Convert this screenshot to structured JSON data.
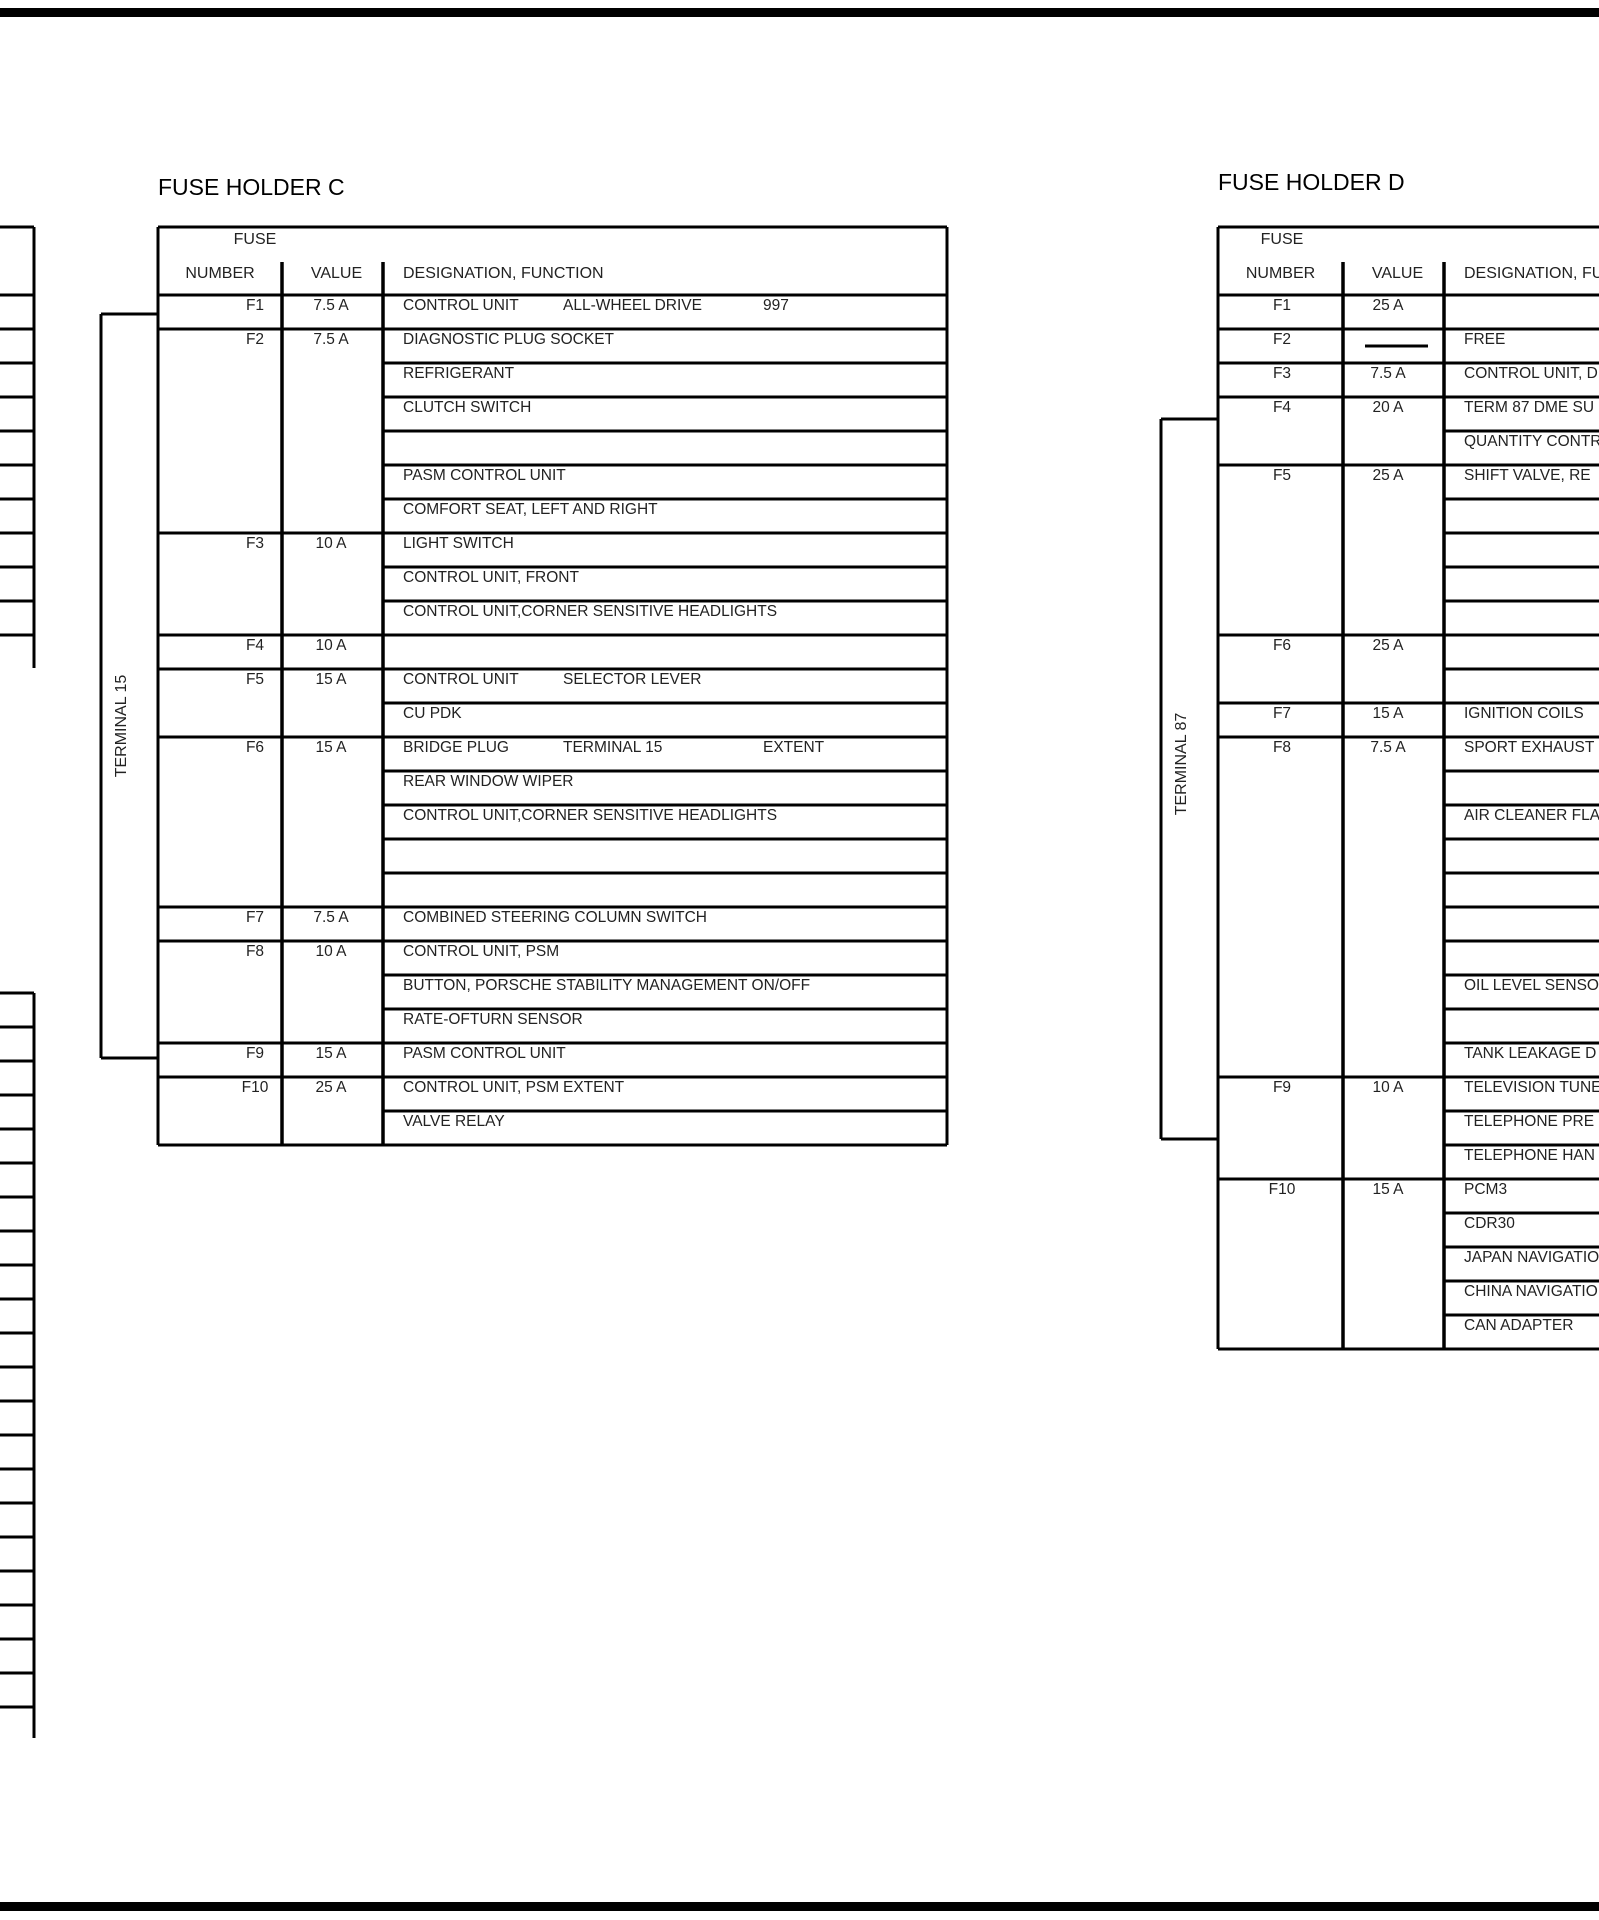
{
  "holder_c": {
    "title": "FUSE HOLDER C",
    "terminal_label": "TERMINAL 15",
    "header": {
      "fuse": "FUSE",
      "number": "NUMBER",
      "value": "VALUE",
      "designation": "DESIGNATION, FUNCTION"
    },
    "rows": [
      {
        "fuse": "F1",
        "value": "7.5 A",
        "text": "CONTROL UNIT",
        "text2": "ALL-WHEEL DRIVE",
        "text3": "997"
      },
      {
        "fuse": "F2",
        "value": "7.5 A",
        "text": "DIAGNOSTIC PLUG SOCKET"
      },
      {
        "text": "REFRIGERANT"
      },
      {
        "text": "CLUTCH SWITCH"
      },
      {
        "text": ""
      },
      {
        "text": "PASM CONTROL UNIT"
      },
      {
        "text": "COMFORT SEAT, LEFT AND RIGHT"
      },
      {
        "fuse": "F3",
        "value": "10 A",
        "text": "LIGHT SWITCH"
      },
      {
        "text": "CONTROL UNIT, FRONT"
      },
      {
        "text": "CONTROL UNIT,CORNER SENSITIVE HEADLIGHTS"
      },
      {
        "fuse": "F4",
        "value": "10 A",
        "text": ""
      },
      {
        "fuse": "F5",
        "value": "15 A",
        "text": "CONTROL UNIT",
        "text2": "SELECTOR LEVER"
      },
      {
        "text": "CU PDK"
      },
      {
        "fuse": "F6",
        "value": "15 A",
        "text": "BRIDGE PLUG",
        "text2": "TERMINAL 15",
        "text3": "EXTENT"
      },
      {
        "text": "REAR WINDOW WIPER"
      },
      {
        "text": "CONTROL UNIT,CORNER SENSITIVE HEADLIGHTS"
      },
      {
        "text": ""
      },
      {
        "text": ""
      },
      {
        "fuse": "F7",
        "value": "7.5 A",
        "text": "COMBINED STEERING COLUMN SWITCH"
      },
      {
        "fuse": "F8",
        "value": "10 A",
        "text": "CONTROL UNIT, PSM"
      },
      {
        "text": "BUTTON, PORSCHE STABILITY MANAGEMENT ON/OFF"
      },
      {
        "text": "RATE-OFTURN SENSOR"
      },
      {
        "fuse": "F9",
        "value": "15 A",
        "text": "PASM CONTROL UNIT"
      },
      {
        "fuse": "F10",
        "value": "25 A",
        "text": "CONTROL UNIT, PSM",
        "text2": "EXTENT"
      },
      {
        "text": "VALVE RELAY"
      }
    ]
  },
  "holder_d": {
    "title": "FUSE HOLDER D",
    "terminal_label": "TERMINAL 87",
    "header": {
      "fuse": "FUSE",
      "number": "NUMBER",
      "value": "VALUE",
      "designation": "DESIGNATION, FU"
    },
    "rows": [
      {
        "fuse": "F1",
        "value": "25 A",
        "text": ""
      },
      {
        "fuse": "F2",
        "value": "",
        "text": "FREE"
      },
      {
        "fuse": "F3",
        "value": "7.5 A",
        "text": "CONTROL UNIT, D"
      },
      {
        "fuse": "F4",
        "value": "20 A",
        "text": "TERM 87 DME SU"
      },
      {
        "text": "QUANTITY CONTR"
      },
      {
        "fuse": "F5",
        "value": "25 A",
        "text": "SHIFT VALVE, RE"
      },
      {
        "text": ""
      },
      {
        "text": ""
      },
      {
        "text": ""
      },
      {
        "text": ""
      },
      {
        "fuse": "F6",
        "value": "25 A",
        "text": ""
      },
      {
        "text": ""
      },
      {
        "fuse": "F7",
        "value": "15 A",
        "text": "IGNITION COILS"
      },
      {
        "fuse": "F8",
        "value": "7.5 A",
        "text": "SPORT EXHAUST"
      },
      {
        "text": ""
      },
      {
        "text": "AIR CLEANER FLA"
      },
      {
        "text": ""
      },
      {
        "text": ""
      },
      {
        "text": ""
      },
      {
        "text": ""
      },
      {
        "text": "OIL LEVEL SENSO"
      },
      {
        "text": ""
      },
      {
        "text": "TANK LEAKAGE D"
      },
      {
        "fuse": "F9",
        "value": "10 A",
        "text": "TELEVISION TUNE"
      },
      {
        "text": "TELEPHONE PRE"
      },
      {
        "text": "TELEPHONE HAN"
      },
      {
        "fuse": "F10",
        "value": "15 A",
        "text": "PCM3"
      },
      {
        "text": "CDR30"
      },
      {
        "text": "JAPAN NAVIGATIO"
      },
      {
        "text": "CHINA NAVIGATIO"
      },
      {
        "text": "CAN ADAPTER"
      }
    ]
  }
}
